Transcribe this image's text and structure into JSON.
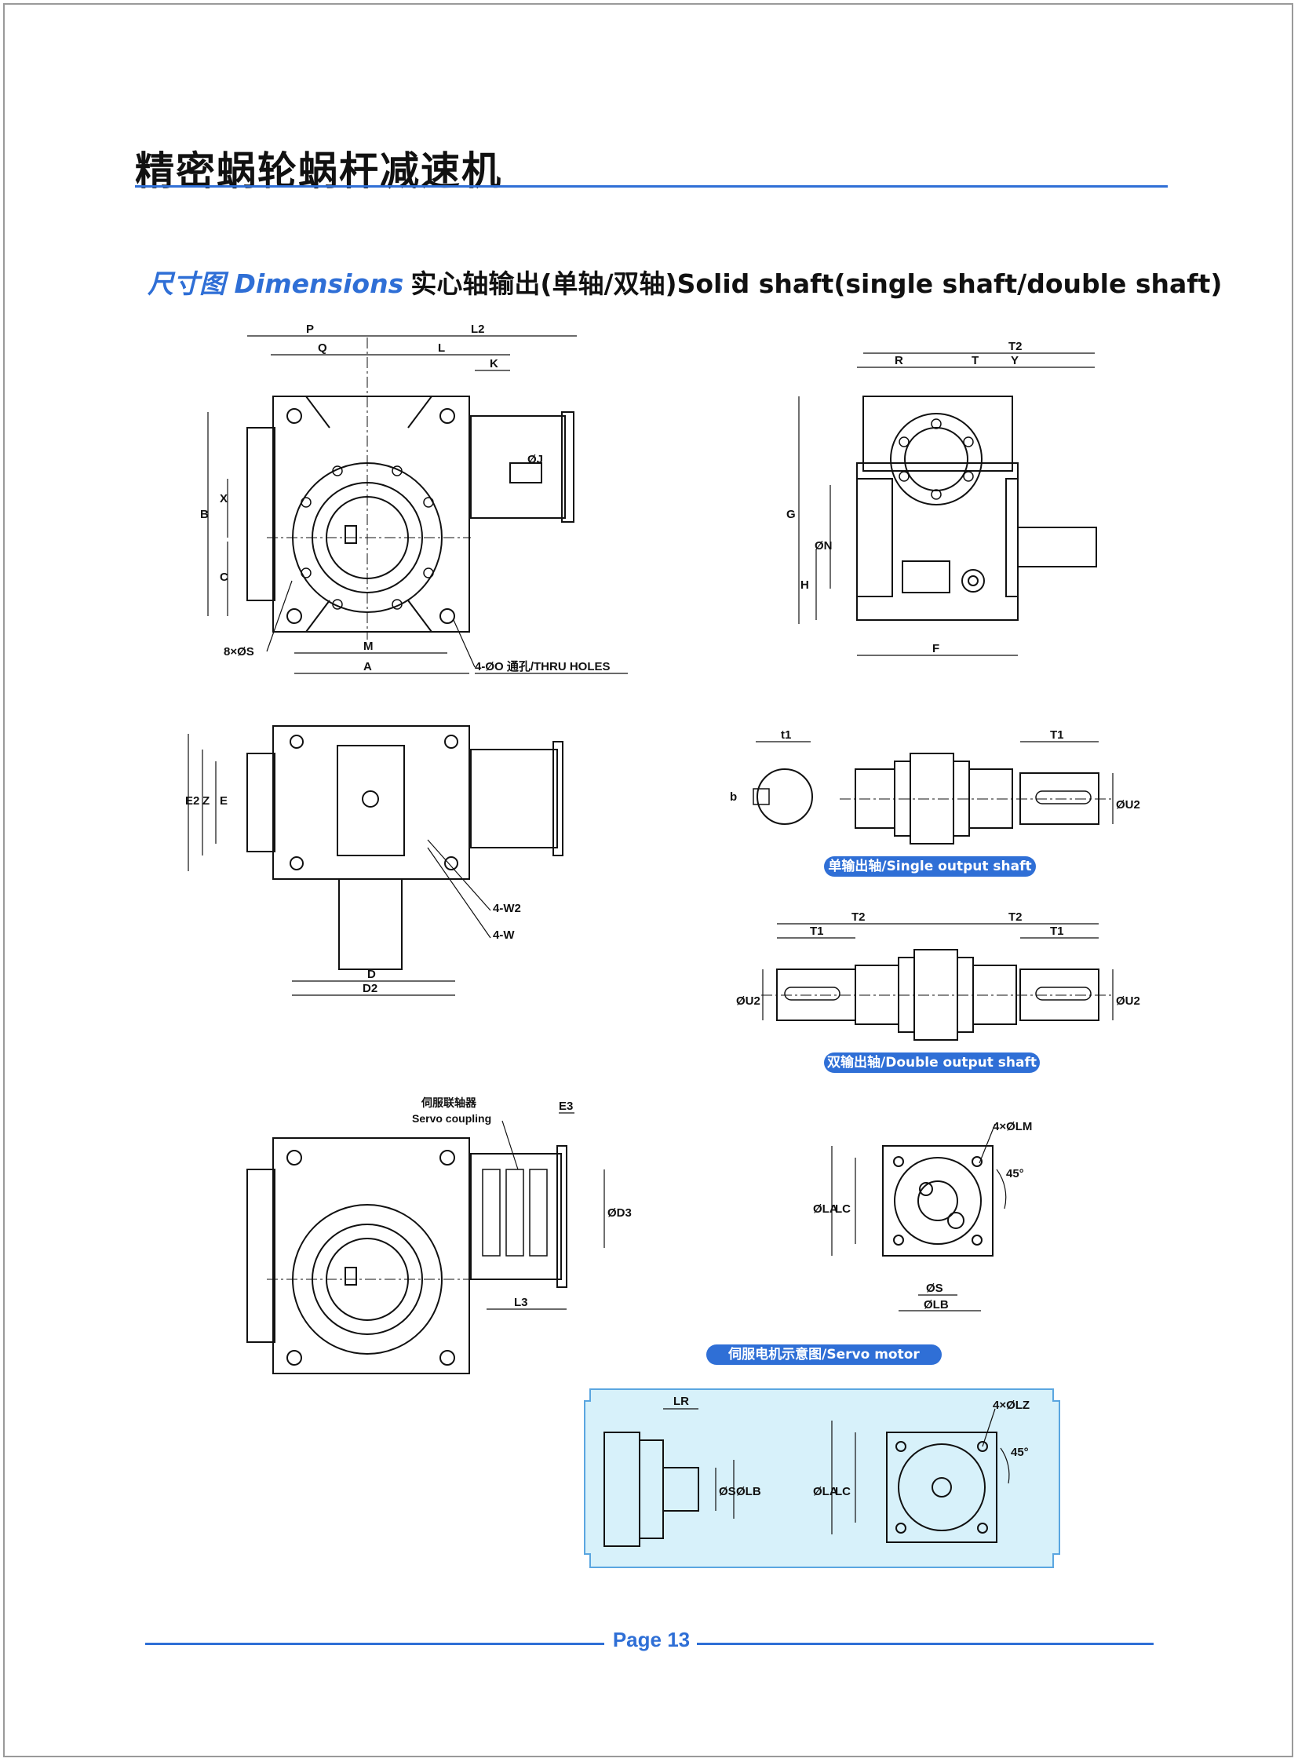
{
  "header": {
    "title": "精密蜗轮蜗杆减速机",
    "subtitle_cn": "尺寸图 Dimensions",
    "subtitle_rest": "实心轴输出(单轴/双轴)Solid shaft(single shaft/double shaft)"
  },
  "views": {
    "front": {
      "dims": [
        "P",
        "L2",
        "Q",
        "L",
        "K",
        "B",
        "X",
        "C",
        "ØJ",
        "M",
        "A"
      ],
      "note_s": "8×ØS",
      "note_holes": "4-ØO 通孔/THRU HOLES"
    },
    "side": {
      "dims": [
        "R",
        "T",
        "T2",
        "Y",
        "G",
        "ØN",
        "H",
        "F"
      ]
    },
    "bottom": {
      "dims": [
        "E2",
        "Z",
        "E",
        "D",
        "D2"
      ],
      "note_w2": "4-W2",
      "note_w": "4-W"
    },
    "single_shaft": {
      "dims": [
        "t1",
        "b",
        "T1",
        "ØU2"
      ],
      "label": "单输出轴/Single output shaft"
    },
    "double_shaft": {
      "dims": [
        "T2",
        "T2",
        "T1",
        "T1",
        "ØU2",
        "ØU2"
      ],
      "label": "双输出轴/Double output shaft"
    },
    "servo_view": {
      "coupling_cn": "伺服联轴器",
      "coupling_en": "Servo coupling",
      "dims": [
        "E3",
        "ØD3",
        "L3"
      ]
    },
    "flange": {
      "dims": [
        "4×ØLM",
        "45°",
        "ØLA",
        "LC",
        "ØS",
        "ØLB"
      ],
      "label": "伺服电机示意图/Servo motor"
    },
    "motor": {
      "dims": [
        "LR",
        "ØS",
        "ØLB",
        "4×ØLZ",
        "45°",
        "ØLA",
        "LC"
      ]
    }
  },
  "footer": {
    "page": "Page 13"
  },
  "colors": {
    "accent": "#2f6fd6",
    "highlight_panel": "#d7f1fa",
    "ink": "#111111"
  }
}
